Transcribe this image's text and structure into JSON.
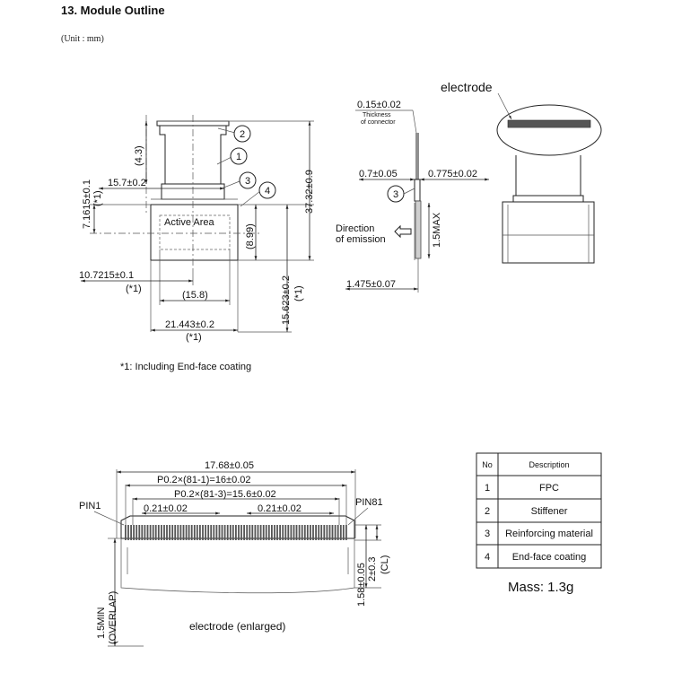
{
  "heading": "13. Module Outline",
  "unit": "(Unit : mm)",
  "front_view": {
    "dims": {
      "d_4_3": "(4.3)",
      "d_15_7": "15.7±0.2",
      "d_7_1615": "7.1615±0.1",
      "d_7_1615_note": "(*1)",
      "d_37_32": "37.32±0.9",
      "d_8_99": "(8.99)",
      "d_10_7215": "10.7215±0.1",
      "d_10_7215_note": "(*1)",
      "d_15_8": "(15.8)",
      "d_15_623": "15.623±0.2",
      "d_15_623_note": "(*1)",
      "d_21_443": "21.443±0.2",
      "d_21_443_note": "(*1)"
    },
    "active_area_label": "Active Area",
    "callouts": [
      "2",
      "1",
      "3",
      "4"
    ],
    "footnote": "*1: Including End-face coating"
  },
  "side_view": {
    "d_0_15": "0.15±0.02",
    "thickness_note_1": "Thickness",
    "thickness_note_2": "of connector",
    "d_0_7": "0.7±0.05",
    "d_0_775": "0.775±0.02",
    "callout": "3",
    "direction_1": "Direction",
    "direction_2": "of emission",
    "d_1_5max": "1.5MAX",
    "d_1_475": "1.475±0.07"
  },
  "perspective": {
    "electrode_label": "electrode"
  },
  "electrode_detail": {
    "d_17_68": "17.68±0.05",
    "d_pitch_16": "P0.2×(81-1)=16±0.02",
    "d_pitch_15_6": "P0.2×(81-3)=15.6±0.02",
    "d_0_21_left": "0.21±0.02",
    "d_0_21_right": "0.21±0.02",
    "pin1": "PIN1",
    "pin81": "PIN81",
    "d_1_5min": "1.5MIN",
    "d_overlap": "(OVERLAP)",
    "d_1_58": "1.58±0.05",
    "d_0_3": "2±0.3",
    "d_cl": "(CL)",
    "caption": "electrode (enlarged)"
  },
  "parts_table": {
    "headers": [
      "No",
      "Description"
    ],
    "rows": [
      {
        "no": "1",
        "desc": "FPC"
      },
      {
        "no": "2",
        "desc": "Stiffener"
      },
      {
        "no": "3",
        "desc": "Reinforcing material"
      },
      {
        "no": "4",
        "desc": "End-face coating"
      }
    ]
  },
  "mass": "Mass: 1.3g"
}
